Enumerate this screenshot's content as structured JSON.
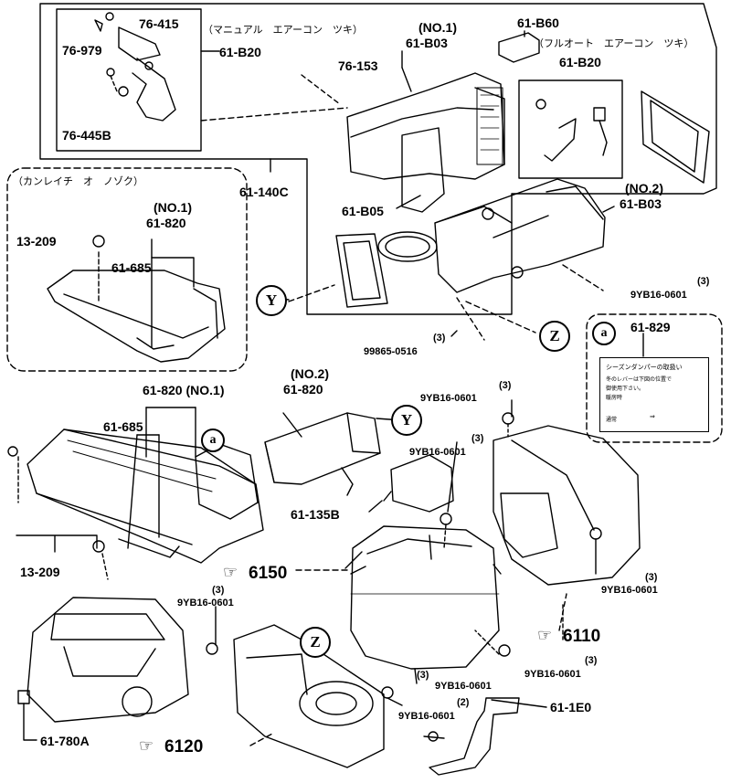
{
  "callouts": {
    "p76_979": "76-979",
    "p76_415": "76-415",
    "p76_445b": "76-445B",
    "p61_b20_manual": "61-B20",
    "manual_note": "（マニュアル　エアーコン　ツキ）",
    "p76_153": "76-153",
    "no1_b03": "(NO.1)",
    "p61_b03_1": "61-B03",
    "p61_b60": "61-B60",
    "auto_note": "（フルオート　エアーコン　ツキ）",
    "p61_b20_auto": "61-B20",
    "p61_140c": "61-140C",
    "p61_b05": "61-B05",
    "no2_b03": "(NO.2)",
    "p61_b03_2": "61-B03",
    "coldarea_note": "（カンレイチ　オ　ノゾク）",
    "no1_820_top": "(NO.1)",
    "p61_820_top": "61-820",
    "p13_209_top": "13-209",
    "p61_685_top": "61-685",
    "qty3_a": "(3)",
    "p9yb_a": "9YB16-0601",
    "qty3_b": "(3)",
    "p99865": "99865-0516",
    "circle_y": "Y",
    "circle_z": "Z",
    "circle_a": "a",
    "p61_829": "61-829",
    "p61_820_no1": "61-820 (NO.1)",
    "no2_820": "(NO.2)",
    "p61_820_no2": "61-820",
    "qty3_c": "(3)",
    "p9yb_c": "9YB16-0601",
    "qty3_d": "(3)",
    "p9yb_d": "9YB16-0601",
    "p61_685_mid": "61-685",
    "p61_135b": "61-135B",
    "p13_209_mid": "13-209",
    "ref6150": "6150",
    "qty3_e": "(3)",
    "p9yb_e": "9YB16-0601",
    "qty3_f": "(3)",
    "p9yb_f": "9YB16-0601",
    "ref6110": "6110",
    "qty3_g": "(3)",
    "p9yb_g": "9YB16-0601",
    "qty3_h": "(3)",
    "p9yb_h": "9YB16-0601",
    "qty2_i": "(2)",
    "p9yb_i": "9YB16-0601",
    "p61_1e0": "61-1E0",
    "p61_780a": "61-780A",
    "ref6120": "6120"
  },
  "notice_label": {
    "title": "シーズンダンパーの取扱い",
    "line1": "冬のレバーは下図の位置で",
    "line2": "御使用下さい。",
    "line3": "暖房時",
    "line4": "通常"
  },
  "icons": {
    "ref_pointer": "pointing-hand-icon"
  }
}
